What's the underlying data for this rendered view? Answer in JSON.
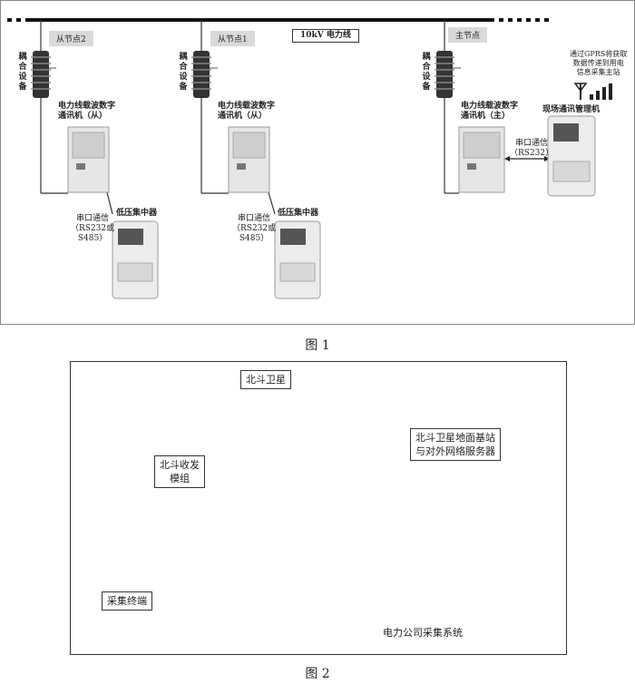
{
  "figure1": {
    "caption": "图 1",
    "power_line_label": "10kV 电力线",
    "nodes": [
      {
        "tag": "从节点2",
        "coupler": "耦合设备",
        "modem_label": [
          "电力线载波数字",
          "通讯机（从）"
        ],
        "serial": [
          "串口通信",
          "（RS232或",
          "S485）"
        ],
        "concentrator": "低压集中器"
      },
      {
        "tag": "从节点1",
        "coupler": "耦合设备",
        "modem_label": [
          "电力线载波数字",
          "通讯机（从）"
        ],
        "serial": [
          "串口通信",
          "（RS232或",
          "S485）"
        ],
        "concentrator": "低压集中器"
      },
      {
        "tag": "主节点",
        "coupler": "耦合设备",
        "modem_label": [
          "电力线载波数字",
          "通讯机（主）"
        ],
        "serial": [
          "串口通信",
          "（RS232）"
        ],
        "manager": "现场通讯管理机"
      }
    ],
    "gprs_note": [
      "通过GPRS将获取",
      "数据传递到用电",
      "信息采集主站"
    ]
  },
  "figure2": {
    "caption": "图 2",
    "beidou_satellite": "北斗卫星",
    "beidou_module": [
      "北斗收发",
      "模组"
    ],
    "ground_station": [
      "北斗卫星地面基站",
      "与对外网络服务器"
    ],
    "terminal": "采集终端",
    "company_system": "电力公司采集系统"
  }
}
